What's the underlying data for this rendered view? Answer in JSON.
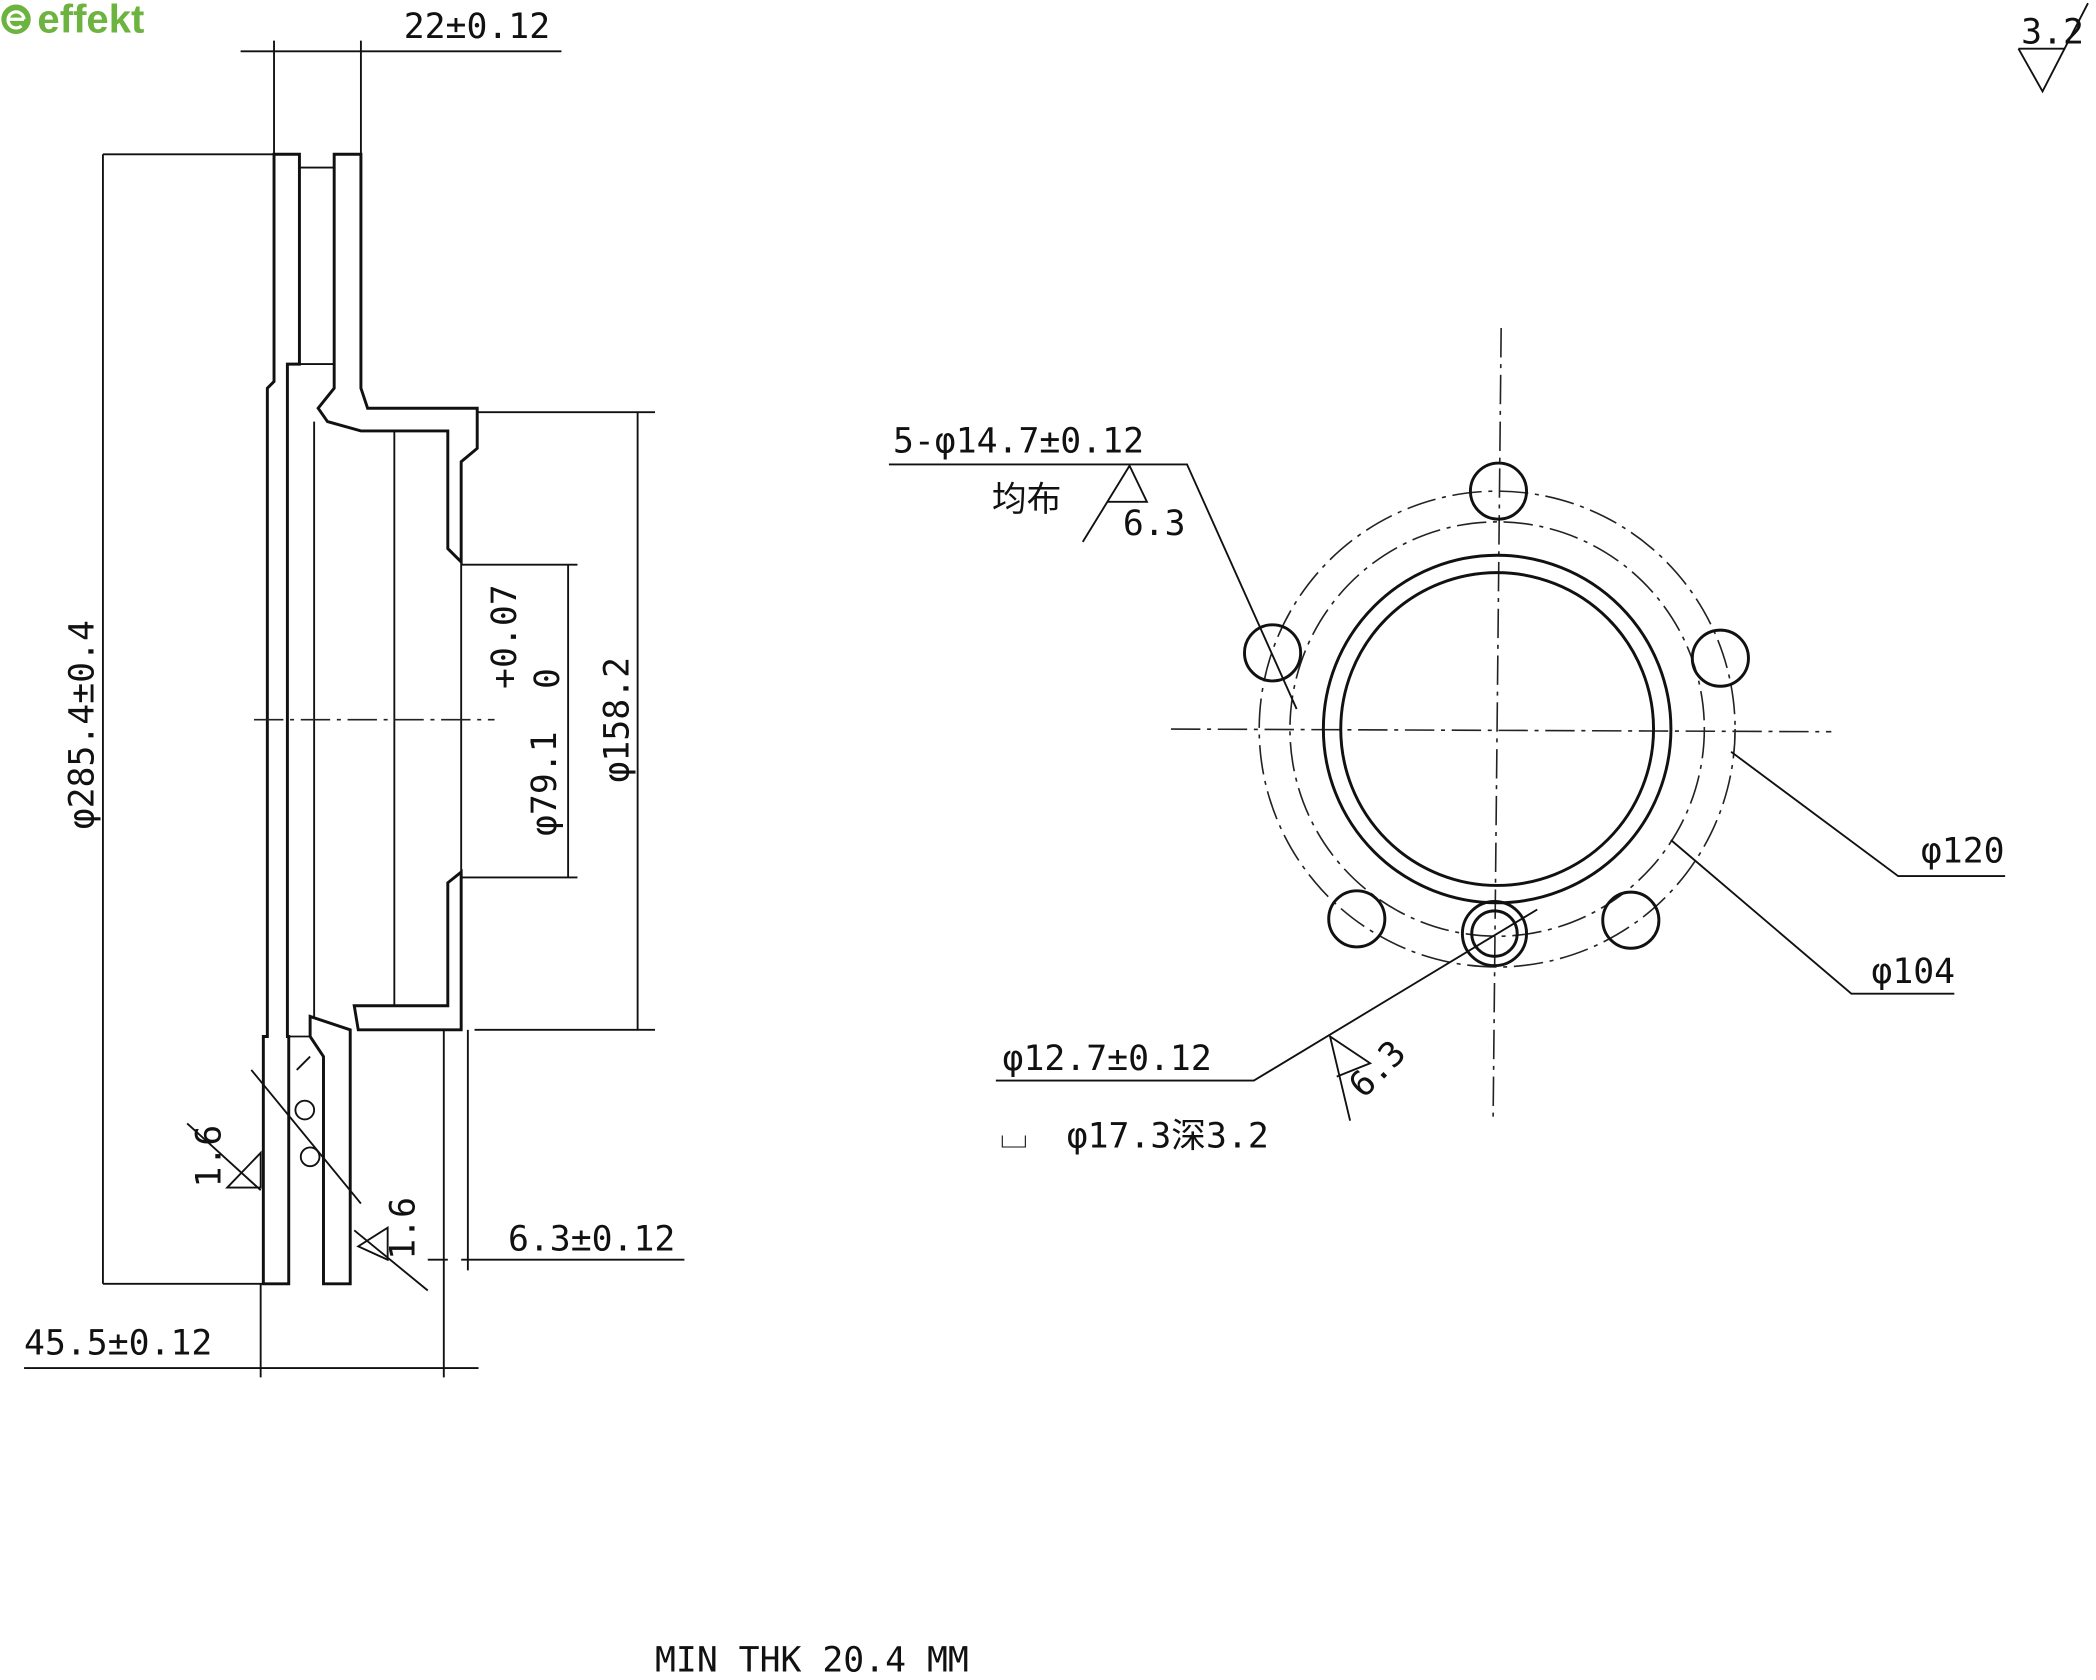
{
  "brand": {
    "logo_text": "effekt",
    "color": "#6cb33f"
  },
  "section_view": {
    "dim_width_top": "22±0.12",
    "dim_outer_diameter": "φ285.4±0.4",
    "dim_hat_diameter": "φ158.2",
    "dim_center_bore": "φ79.1",
    "dim_center_bore_tol_upper": "+0.07",
    "dim_center_bore_tol_lower": "0",
    "dim_offset": "45.5±0.12",
    "dim_hat_thickness": "6.3±0.12",
    "roughness_left": "1.6",
    "roughness_right": "1.6",
    "roughness_global": "3.2"
  },
  "front_view": {
    "bolt_holes": "5-φ14.7±0.12",
    "bolt_holes_note": "均布",
    "bolt_roughness": "6.3",
    "pcd_outer": "φ120",
    "pcd_inner": "φ104",
    "locator_hole": "φ12.7±0.12",
    "counterbore": "φ17.3深3.2",
    "counterbore_symbol": "⌴",
    "locator_roughness": "6.3"
  },
  "footer_note": "MIN THK 20.4 MM"
}
